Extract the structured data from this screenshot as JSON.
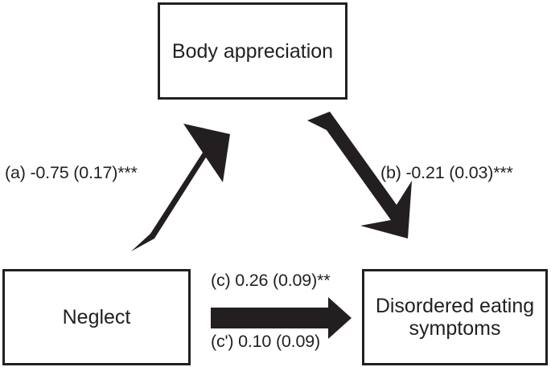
{
  "figure": {
    "type": "mediation-path-diagram",
    "background_color": "#ffffff",
    "ink_color": "#231f20"
  },
  "nodes": {
    "mediator": {
      "id": "body-appreciation",
      "label": "Body appreciation"
    },
    "predictor": {
      "id": "neglect",
      "label": "Neglect"
    },
    "outcome": {
      "id": "disordered-eating-symptoms",
      "label_line1": "Disordered eating",
      "label_line2": "symptoms"
    }
  },
  "paths": {
    "a": {
      "label": "(a) -0.75 (0.17)***",
      "coefficient": -0.75,
      "standard_error": 0.17,
      "significance": "***",
      "from": "neglect",
      "to": "body-appreciation",
      "direction": "up-right"
    },
    "b": {
      "label": "(b) -0.21 (0.03)***",
      "coefficient": -0.21,
      "standard_error": 0.03,
      "significance": "***",
      "from": "body-appreciation",
      "to": "disordered-eating-symptoms",
      "direction": "down-right"
    },
    "c": {
      "label": "(c) 0.26 (0.09)**",
      "coefficient": 0.26,
      "standard_error": 0.09,
      "significance": "**",
      "from": "neglect",
      "to": "disordered-eating-symptoms",
      "direction": "right"
    },
    "c_prime": {
      "label": "(c') 0.10 (0.09)",
      "coefficient": 0.1,
      "standard_error": 0.09,
      "significance": "",
      "from": "neglect",
      "to": "disordered-eating-symptoms",
      "direction": "right"
    }
  }
}
